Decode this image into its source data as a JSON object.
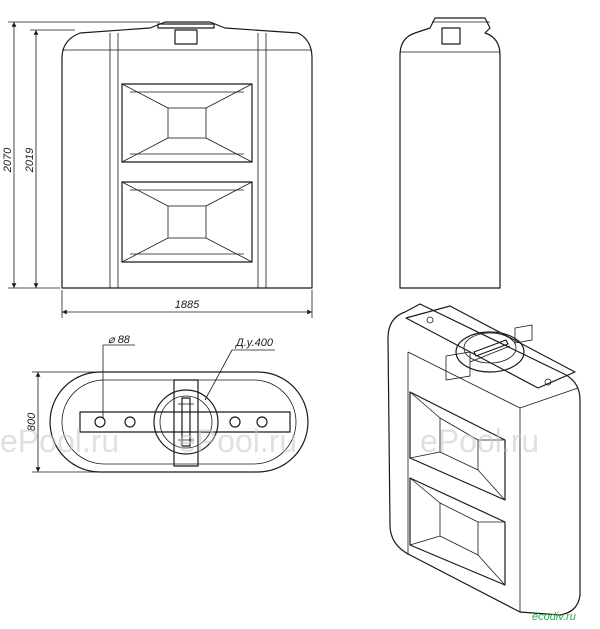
{
  "dimensions": {
    "height_total": "2070",
    "height_body": "2019",
    "width": "1885",
    "depth": "800",
    "hole_diameter": "88",
    "nominal_diameter": "Д.у.400"
  },
  "symbols": {
    "diameter": "⌀"
  },
  "watermarks": [
    "ePool.ru",
    "ePool.ru",
    "ePool.ru"
  ],
  "logo_text": "ecodiv.ru"
}
